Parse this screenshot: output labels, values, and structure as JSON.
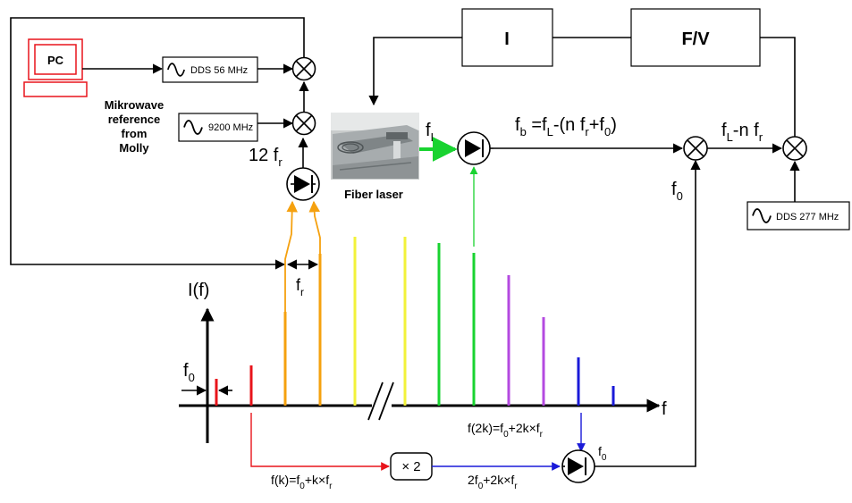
{
  "computer": {
    "label": "PC"
  },
  "oscillators": {
    "dds_56": "DDS 56 MHz",
    "mw_9200": "9200 MHz",
    "dds_277": "DDS 277 MHz"
  },
  "microwave_ref": {
    "lines": [
      "Mikrowave",
      "reference",
      "from",
      "Molly"
    ]
  },
  "laser": {
    "caption": "Fiber laser"
  },
  "controller_boxes": {
    "integrator": "I",
    "freq_to_volt": "F/V"
  },
  "labels": {
    "twelve_fr_num": "12 f",
    "twelve_fr_sub": "r",
    "fL_main": "f",
    "fL_sub": "L",
    "beat": {
      "f1": "f",
      "s1": "b",
      "t1": " =f",
      "s2": "L",
      "t2": "-(n f",
      "s3": "r",
      "t3": "+f",
      "s4": "0",
      "t4": ")"
    },
    "fL_minus": {
      "f1": "f",
      "s1": "L",
      "t1": "-n f",
      "s2": "r"
    },
    "f0_right": {
      "f": "f",
      "s": "0"
    },
    "fr_spacing": {
      "f": "f",
      "s": "r"
    },
    "intensity_axis": "I(f)",
    "freq_axis": "f",
    "f0_offset": {
      "f": "f",
      "s": "0"
    },
    "f2k": {
      "t1": "f(2k)=f",
      "s1": "0",
      "t2": "+2k×f",
      "s2": "r"
    },
    "fk": {
      "t1": "f(k)=f",
      "s1": "0",
      "t2": "+k×f",
      "s2": "r"
    },
    "doubler": "× 2",
    "twof0": {
      "t1": "2f",
      "s1": "0",
      "t2": "+2k×f",
      "s2": "r"
    },
    "f0_detector": {
      "f": "f",
      "s": "0"
    }
  },
  "colors": {
    "red": "#e8141b",
    "orange": "#f5a10f",
    "yellow": "#f2f23a",
    "green": "#19d330",
    "purple": "#b44ae0",
    "blue": "#1a1ad8",
    "pc_outline": "#e8141b"
  }
}
